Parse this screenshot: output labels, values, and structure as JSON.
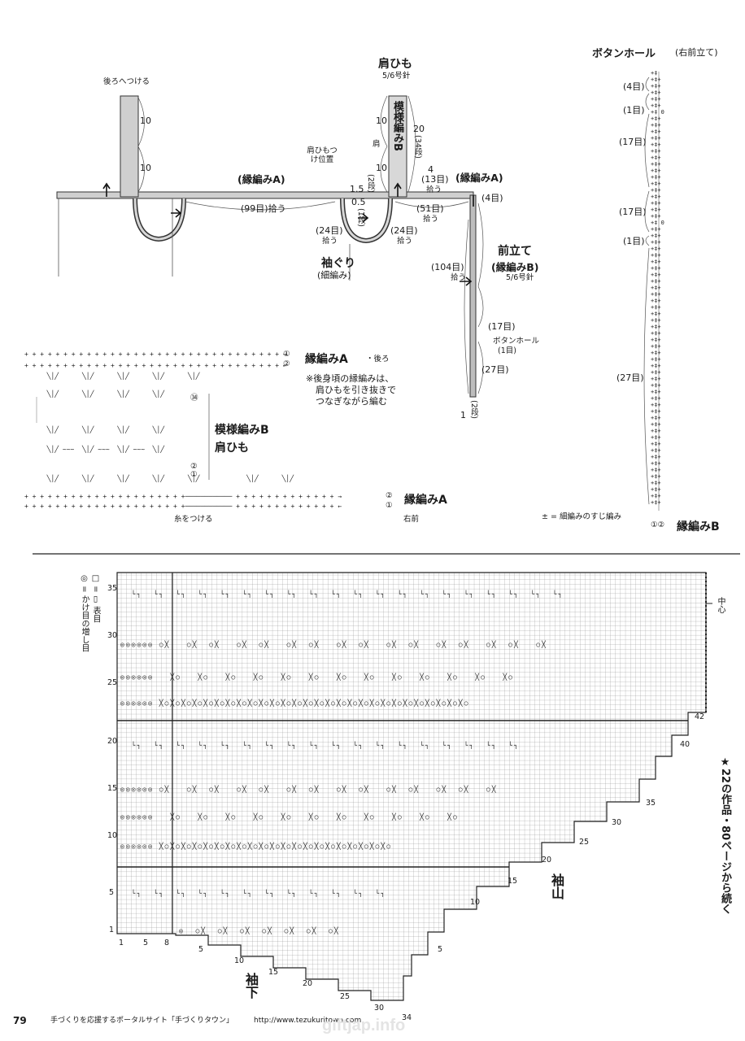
{
  "diagram": {
    "back_attach": "後ろへつける",
    "strap_title": "肩ひも",
    "strap_needle": "5/6号針",
    "strap_pattern": "模様編みB",
    "strap_num_10a": "10",
    "strap_num_10b": "10",
    "strap_shoulder": "肩",
    "strap_20": "20",
    "strap_34": "(34段)",
    "back_num_10a": "10",
    "back_num_10b": "10",
    "strap_pos": "肩ひもつけ位置",
    "edge_a_left": "(縁編みA)",
    "edge_a_right": "(縁編みA)",
    "n_1_5": "1.5",
    "n_2dan": "(2段)",
    "n_4": "4",
    "n_13": "(13目)",
    "n_13_pick": "拾う",
    "n_0_5": "0.5",
    "n_1dan": "(1段)",
    "n_99": "(99目)拾う",
    "n_51": "(51目)",
    "n_51_pick": "拾う",
    "n_4me": "(4目)",
    "n_24a": "(24目)",
    "n_24a_pick": "拾う",
    "n_24b": "(24目)",
    "n_24b_pick": "拾う",
    "armhole": "袖ぐり",
    "armhole_sub": "(細編み)",
    "front_band": "前立て",
    "front_band_sub": "(縁編みB)",
    "front_needle": "5/6号針",
    "n_104": "(104目)",
    "n_104_pick": "拾う",
    "n_17": "(17目)",
    "buttonhole": "ボタンホール",
    "buttonhole_1": "(1目)",
    "n_27": "(27目)",
    "n_1": "1",
    "n_2dan_b": "(2段)"
  },
  "legend_a": {
    "title": "縁編みA",
    "sub": "・後ろ",
    "note1": "※後身頃の縁編みは、",
    "note2": "肩ひもを引き抜きで",
    "note3": "つなぎながら編む",
    "row1": "①",
    "row2": "②"
  },
  "legend_b": {
    "title1": "模様編みB",
    "title2": "肩ひも",
    "row34": "㉞",
    "row2": "②",
    "row1": "①"
  },
  "legend_a2": {
    "title": "縁編みA",
    "sub": "右前",
    "yarn": "糸をつける",
    "row2": "②",
    "row1": "①"
  },
  "buttonhole_col": {
    "title": "ボタンホール",
    "sub": "(右前立て)",
    "c4": "(4目)",
    "c1a": "(1目)",
    "c17a": "(17目)",
    "c17b": "(17目)",
    "c1b": "(1目)",
    "c27": "(27目)",
    "rows": "①②",
    "edge_b": "縁編みB",
    "note": "± = 細編みのすじ編み"
  },
  "chart": {
    "legend1": "□ = ▯ 表目",
    "legend2": "◎ = かけ目の増し目",
    "center": "中心",
    "sleeve_cap": "袖山",
    "underarm": "袖下",
    "side_note": "★22の作品・80ページから続く",
    "row_nums": [
      "35",
      "30",
      "25",
      "20",
      "15",
      "10",
      "5",
      "1"
    ],
    "col_bottom": [
      "1",
      "5",
      "8"
    ],
    "diag_lower": [
      "5",
      "10",
      "15",
      "20",
      "25",
      "30",
      "34"
    ],
    "diag_upper": [
      "42",
      "40",
      "35",
      "30",
      "25",
      "20",
      "15",
      "10",
      "5"
    ]
  },
  "footer": {
    "page": "79",
    "text": "手づくりを応援するポータルサイト「手づくりタウン」",
    "url": "http://www.tezukuritown.com",
    "watermark": "giftjap.info"
  }
}
